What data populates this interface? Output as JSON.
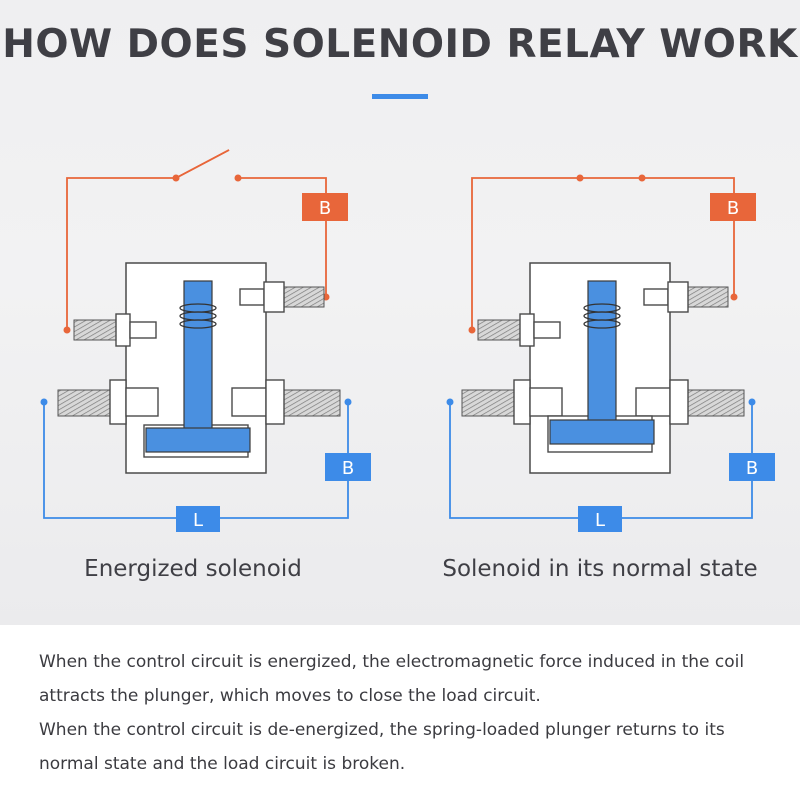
{
  "title": "HOW DOES SOLENOID RELAY WORK",
  "colors": {
    "control_wire": "#e8663a",
    "load_wire": "#3d8be8",
    "plunger": "#4a90e0",
    "accent_bar": "#3d8be8",
    "text": "#3f3f45"
  },
  "diagrams": {
    "left": {
      "caption": "Energized solenoid",
      "control_label": "B",
      "battery_label": "B",
      "load_label": "L",
      "control_switch": "open",
      "plunger_position": "lowered"
    },
    "right": {
      "caption": "Solenoid in its normal state",
      "control_label": "B",
      "battery_label": "B",
      "load_label": "L",
      "control_switch": "closed",
      "plunger_position": "raised"
    }
  },
  "description": {
    "paragraph_1": "When the control circuit is energized, the electromagnetic force induced in the coil attracts the plunger, which moves to close the load circuit.",
    "paragraph_2": "When the control circuit is de-energized, the spring-loaded plunger returns to its normal state and the load circuit is broken."
  }
}
